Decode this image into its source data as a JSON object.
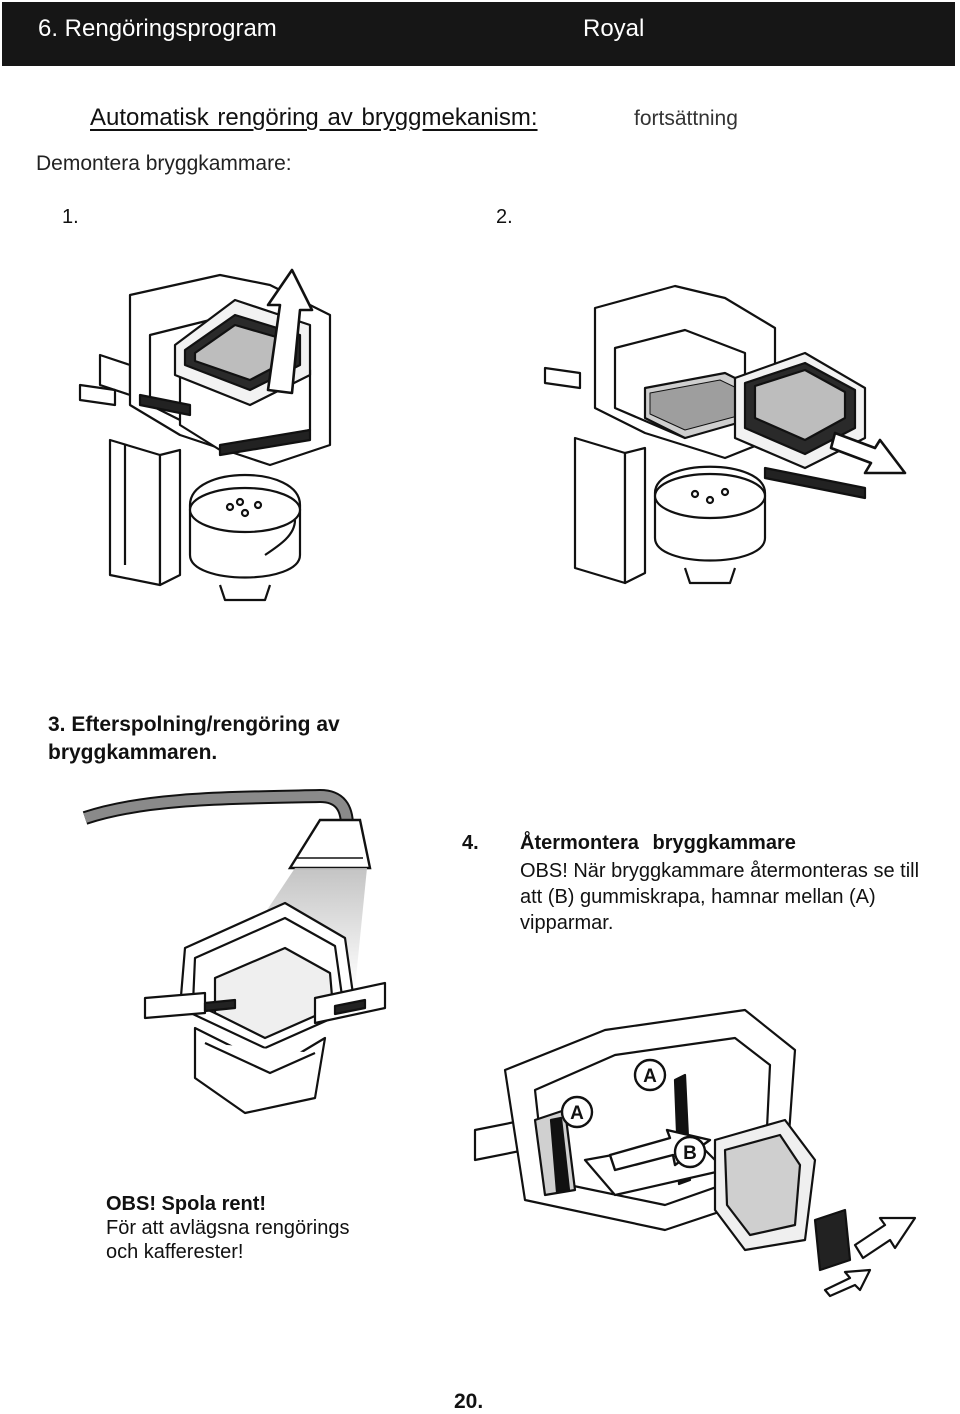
{
  "header": {
    "left": "6. Rengöringsprogram",
    "right": "Royal",
    "background": "#161616",
    "text_color": "#ffffff"
  },
  "section": {
    "title": "Automatisk rengöring av bryggmekanism:",
    "continuation": "fortsättning",
    "subheading": "Demontera bryggkammare:"
  },
  "steps": {
    "step1_label": "1.",
    "step2_label": "2.",
    "step3_text": "3. Efterspolning/rengöring av bryggkammaren.",
    "step4_label": "4.",
    "step4_title": "Återmontera bryggkammare",
    "step4_body": "OBS! När bryggkammare återmonteras se till att (B) gummiskrapa, hamnar mellan (A) vipparmar."
  },
  "figure_labels": {
    "a": "A",
    "b": "B"
  },
  "note": {
    "title": "OBS! Spola rent!",
    "body": "För att avlägsna rengörings och kafferester!"
  },
  "page": {
    "number": "20."
  }
}
